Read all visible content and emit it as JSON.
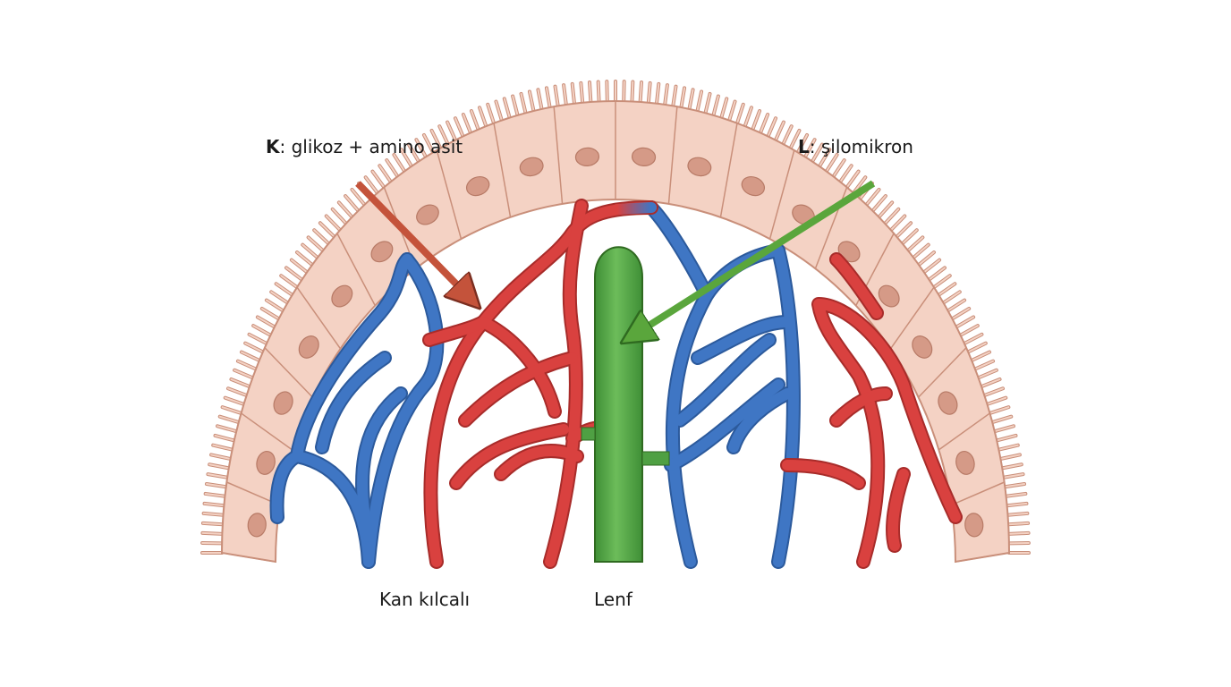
{
  "labels": {
    "k_letter": "K",
    "k_text": ": glikoz + amino asit",
    "l_letter": "L",
    "l_text": ": şilomikron",
    "blood_capillary": "Kan kılcalı",
    "lymph": "Lenf"
  },
  "colors": {
    "epithelium_fill": "#f4d2c4",
    "epithelium_stroke": "#c98f7a",
    "nucleus_fill": "#d59a87",
    "artery_red": "#d9413f",
    "vein_blue": "#3f76c4",
    "lymph_green": "#4fa043",
    "arrow_red": "#c4533b",
    "arrow_green": "#5aa63c"
  }
}
